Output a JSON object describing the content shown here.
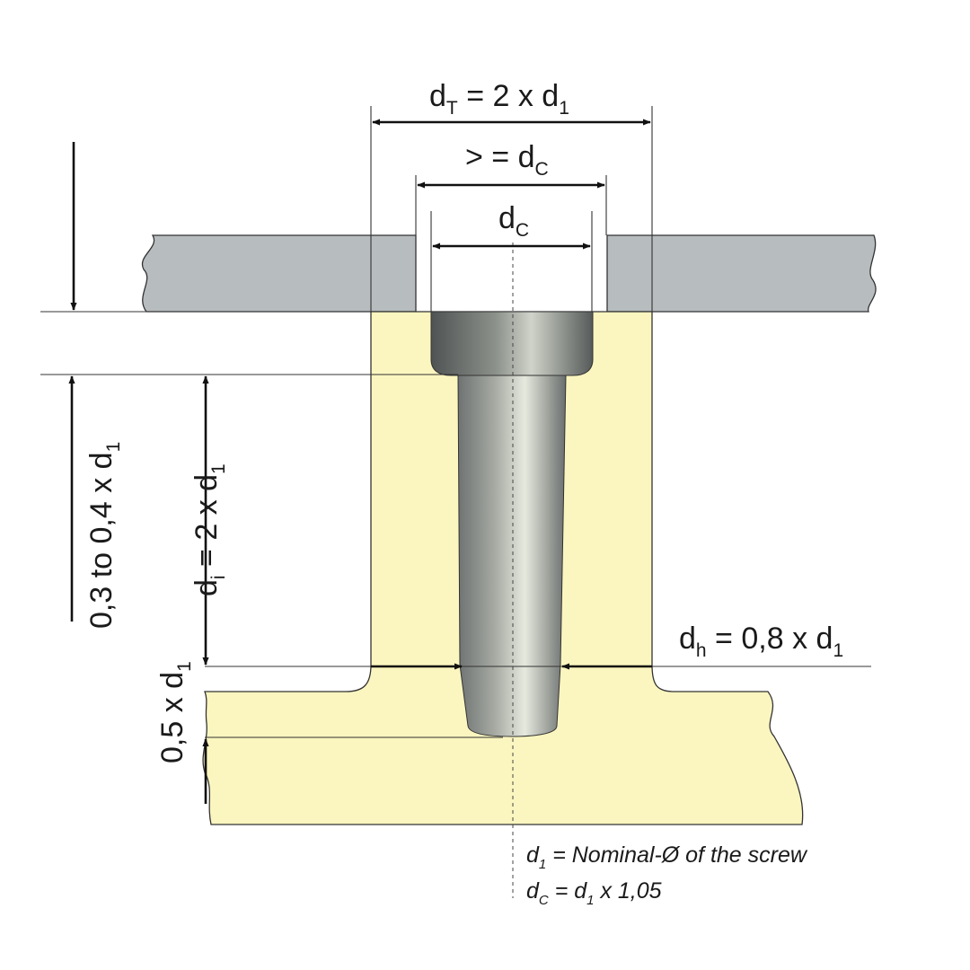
{
  "dimensions": {
    "dT": {
      "main": "d",
      "sub1": "T",
      "rest": " = 2 x d",
      "sub2": "1"
    },
    "gte_dC": {
      "main": "> = d",
      "sub": "C"
    },
    "dC": {
      "main": "d",
      "sub": "C"
    },
    "dh": {
      "main": "d",
      "sub1": "h",
      "rest": " = 0,8 x d",
      "sub2": "1"
    },
    "di": {
      "main": "d",
      "sub1": "i",
      "rest": " = 2 x d",
      "sub2": "1"
    },
    "depth": {
      "main": "0,3 to 0,4 x d",
      "sub": "1"
    },
    "bottom": {
      "main": "0,5 x d",
      "sub": "1"
    }
  },
  "notes": {
    "line1": {
      "main": "d",
      "sub": "1",
      "rest": " = Nominal-Ø of the screw"
    },
    "line2": {
      "main": "d",
      "sub": "C",
      "mid": " = d",
      "sub2": "1",
      "rest": " x 1,05"
    }
  },
  "colors": {
    "plate": "#b7bcbf",
    "boss": "#fbf6bf",
    "screw_dark": "#5f6363",
    "screw_light": "#dfe3d8"
  }
}
